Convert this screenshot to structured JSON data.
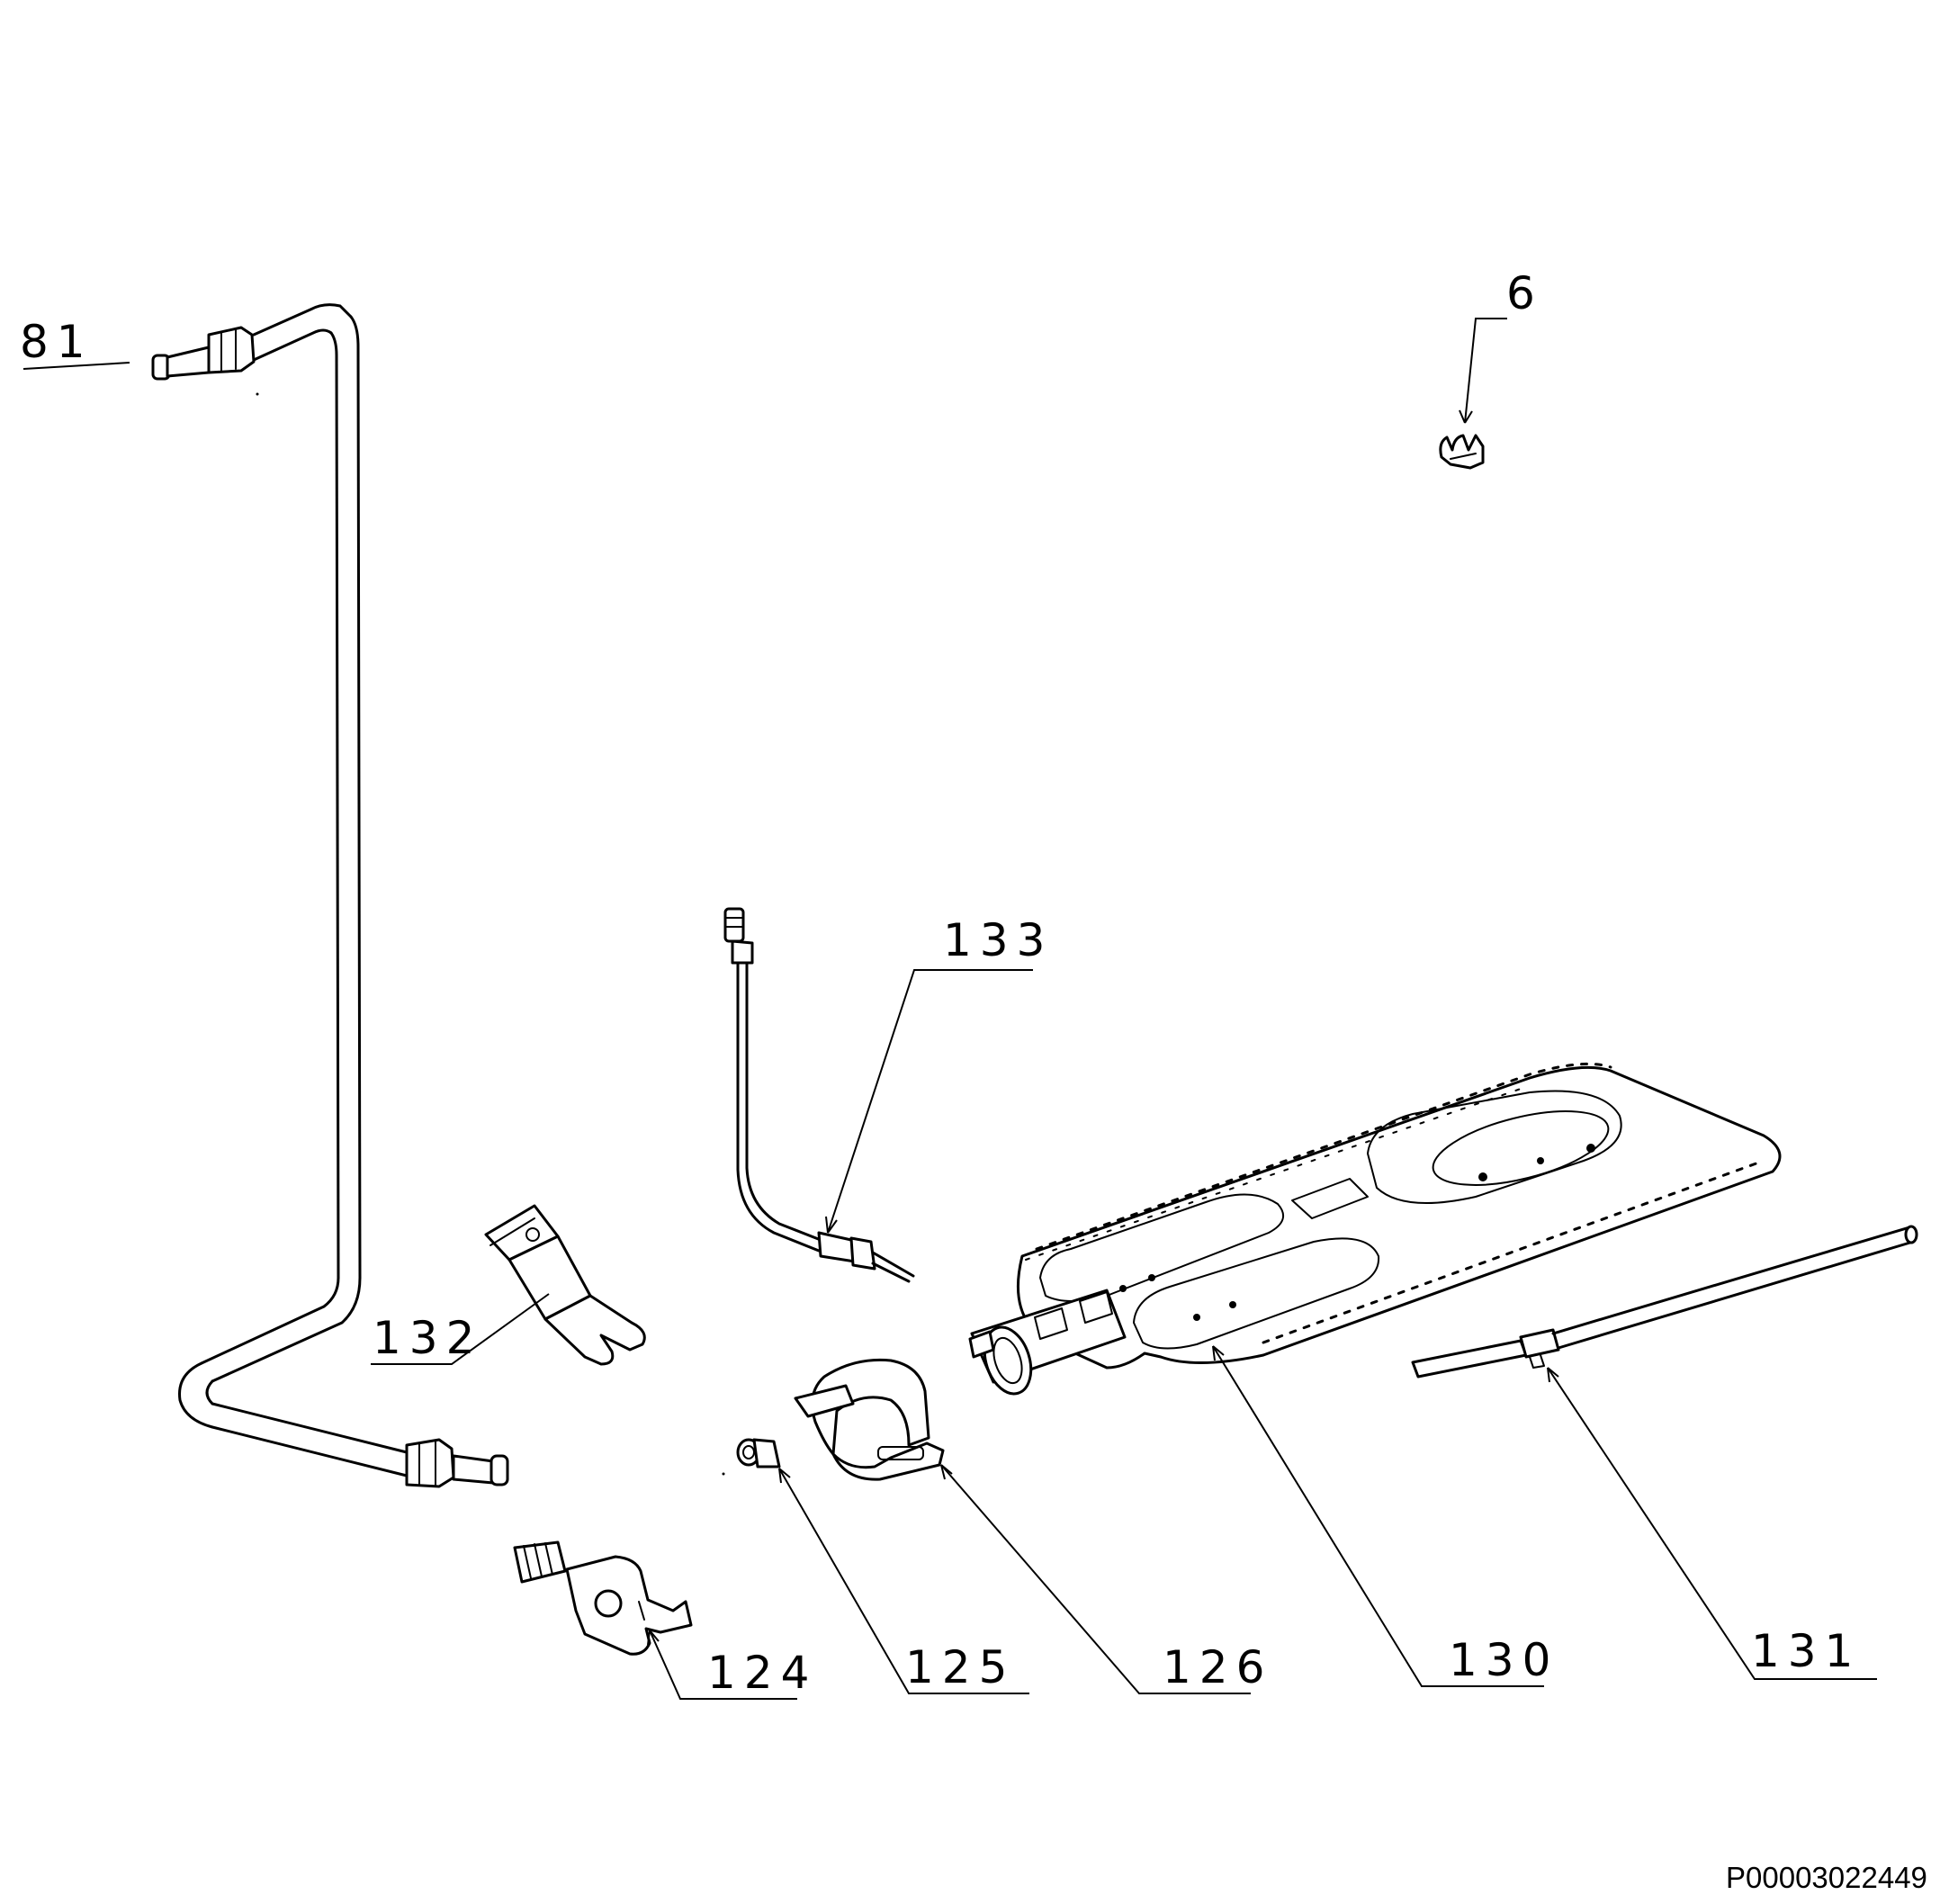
{
  "callouts": [
    {
      "id": "81",
      "label": "81"
    },
    {
      "id": "6",
      "label": "6"
    },
    {
      "id": "133",
      "label": "133"
    },
    {
      "id": "132",
      "label": "132"
    },
    {
      "id": "124",
      "label": "124"
    },
    {
      "id": "125",
      "label": "125"
    },
    {
      "id": "126",
      "label": "126"
    },
    {
      "id": "130",
      "label": "130"
    },
    {
      "id": "131",
      "label": "131"
    }
  ],
  "document_id": "P00003022449"
}
